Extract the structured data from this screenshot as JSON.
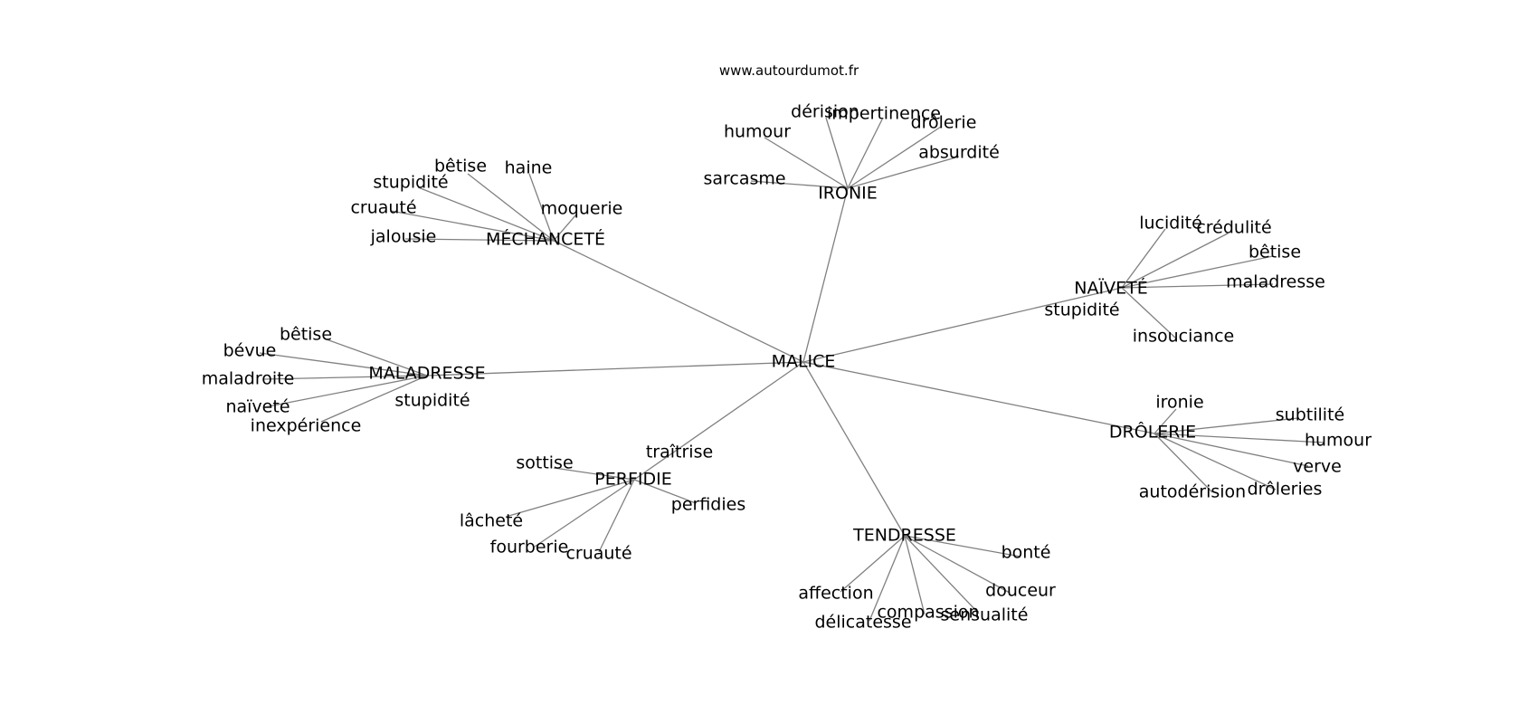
{
  "source": "www.autourdumot.fr",
  "center": "MALICE",
  "clusters": [
    {
      "label": "IRONIE",
      "terms": [
        "humour",
        "dérision",
        "impertinence",
        "drôlerie",
        "absurdité",
        "sarcasme"
      ]
    },
    {
      "label": "MÉCHANCETÉ",
      "terms": [
        "bêtise",
        "haine",
        "stupidité",
        "cruauté",
        "moquerie",
        "jalousie"
      ]
    },
    {
      "label": "NAÏVETÉ",
      "terms": [
        "lucidité",
        "crédulité",
        "bêtise",
        "maladresse",
        "stupidité",
        "insouciance"
      ]
    },
    {
      "label": "MALADRESSE",
      "terms": [
        "bêtise",
        "bévue",
        "maladroite",
        "naïveté",
        "inexpérience",
        "stupidité"
      ]
    },
    {
      "label": "DRÔLERIE",
      "terms": [
        "ironie",
        "subtilité",
        "humour",
        "verve",
        "drôleries",
        "autodérision"
      ]
    },
    {
      "label": "PERFIDIE",
      "terms": [
        "traîtrise",
        "sottise",
        "perfidies",
        "lâcheté",
        "fourberie",
        "cruauté"
      ]
    },
    {
      "label": "TENDRESSE",
      "terms": [
        "bonté",
        "affection",
        "douceur",
        "compassion",
        "sensualité",
        "délicatesse"
      ]
    }
  ]
}
